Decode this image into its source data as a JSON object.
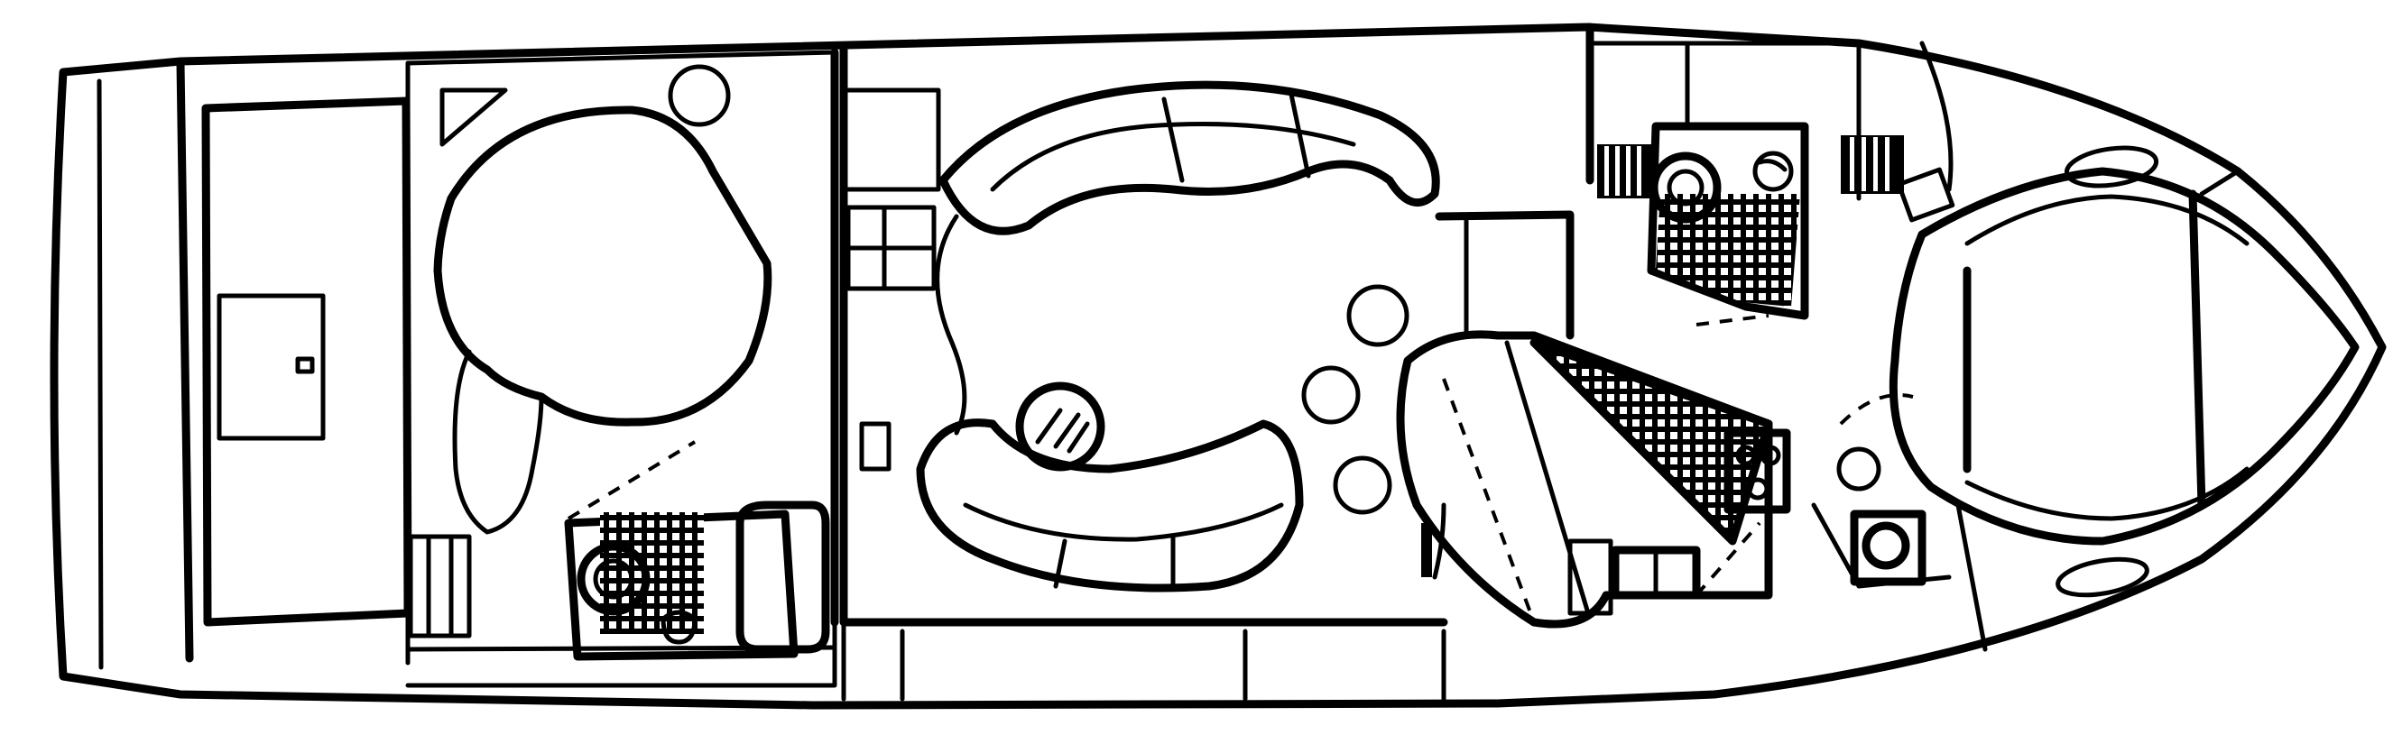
{
  "diagram": {
    "type": "boat deck floor plan",
    "orientation": "bow-right",
    "colors": {
      "line": "#000000",
      "background": "#ffffff"
    },
    "areas": [
      "cockpit",
      "aft-stateroom",
      "aft-head",
      "salon",
      "lower-helm-station",
      "galley",
      "forward-head",
      "forward-stateroom"
    ],
    "fixtures": [
      "stateroom-berth",
      "salon-sofa-starboard",
      "salon-sofa-port",
      "salon-dinette-table",
      "galley-counter",
      "galley-stove",
      "galley-sink",
      "head-toilet-aft",
      "head-sink-aft",
      "head-toilet-forward",
      "head-sink-forward",
      "v-berth"
    ]
  }
}
